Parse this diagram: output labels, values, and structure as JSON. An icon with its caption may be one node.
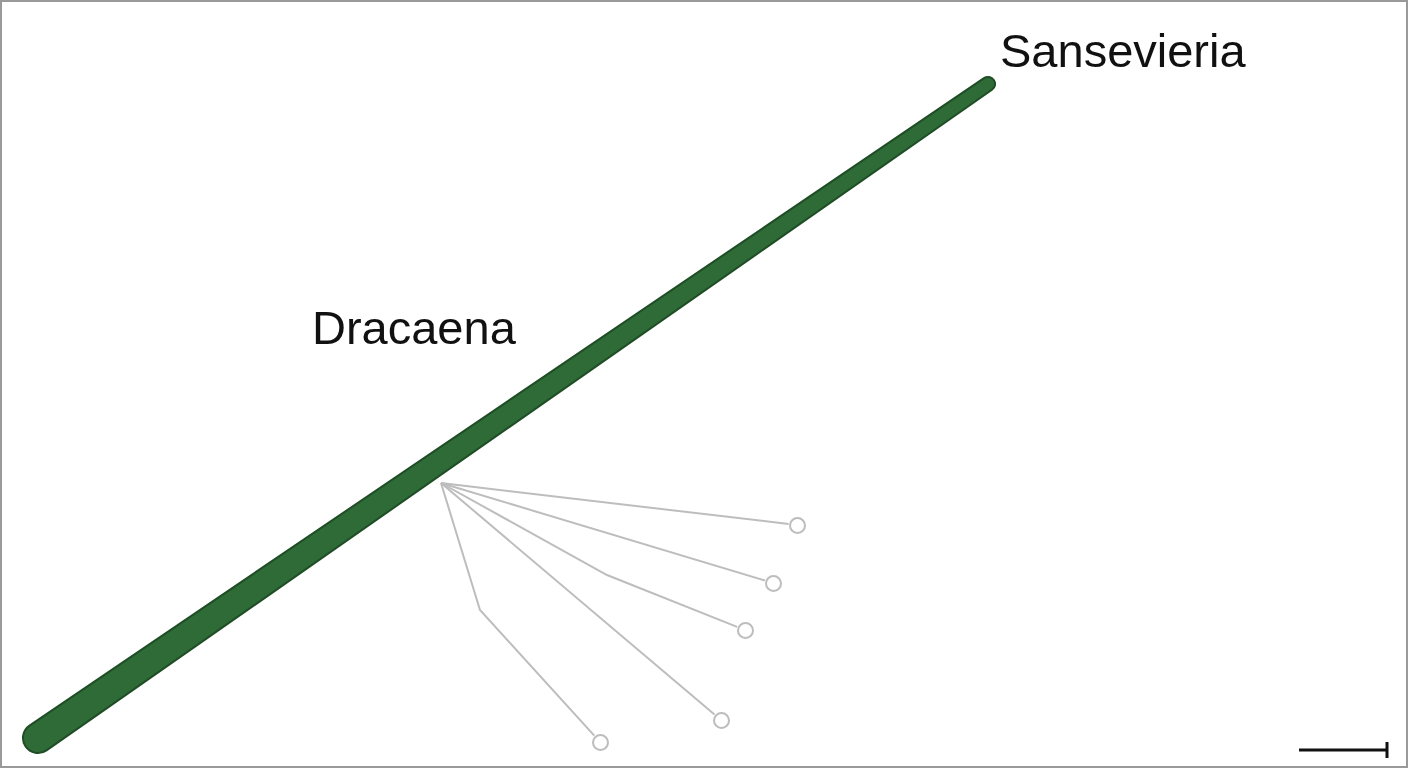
{
  "diagram": {
    "nodes": [
      {
        "text": [],
        "shape": "bar"
      },
      {
        "text": [],
        "shape": "circle"
      },
      {
        "text": [],
        "shape": "circle"
      },
      {
        "text": [],
        "shape": "circle"
      },
      {
        "text": [],
        "shape": "circle"
      },
      {
        "text": [],
        "shape": "circle"
      }
    ],
    "edges": [
      {
        "from": 0,
        "to": 1,
        "arrow": "none"
      },
      {
        "from": 0,
        "to": 2,
        "arrow": "none"
      },
      {
        "from": 0,
        "to": 3,
        "arrow": "none"
      },
      {
        "from": 0,
        "to": 4,
        "arrow": "none"
      },
      {
        "from": 0,
        "to": 5,
        "arrow": "none"
      }
    ],
    "labels": [
      "Sansevieria",
      "Dracaena"
    ]
  }
}
